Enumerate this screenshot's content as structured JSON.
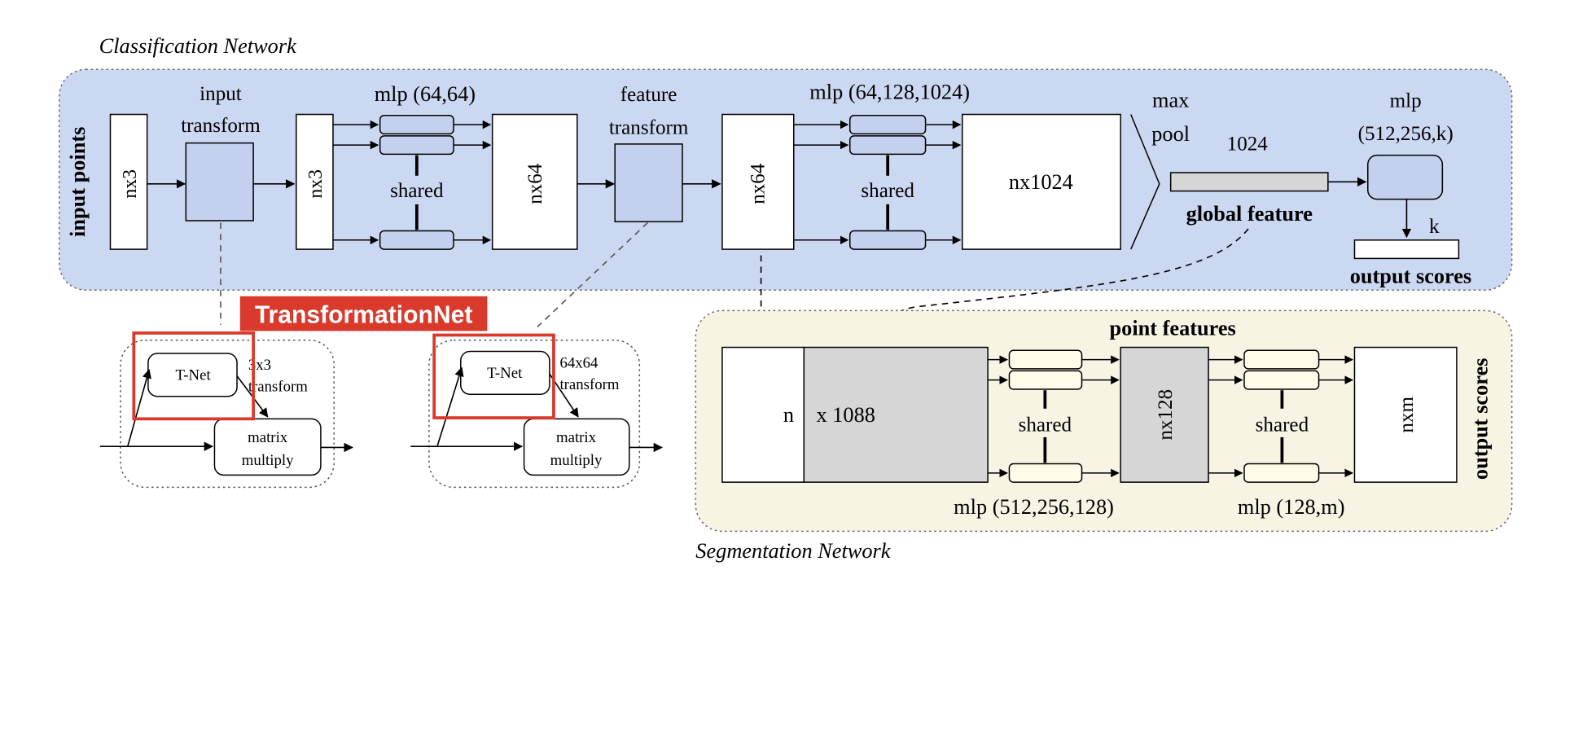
{
  "classification": {
    "title": "Classification Network",
    "side_label": "input points",
    "input_box": "nx3",
    "input_transform": [
      "input",
      "transform"
    ],
    "after_transform_box": "nx3",
    "mlp1_label": "mlp (64,64)",
    "shared_label": "shared",
    "box_nx64_a": "nx64",
    "feature_transform": [
      "feature",
      "transform"
    ],
    "box_nx64_b": "nx64",
    "mlp2_label": "mlp (64,128,1024)",
    "box_nx1024": "nx1024",
    "maxpool": [
      "max",
      "pool"
    ],
    "gf_dim": "1024",
    "global_feature": "global feature",
    "mlp3_label": [
      "mlp",
      "(512,256,k)"
    ],
    "k_label": "k",
    "output_scores": "output scores"
  },
  "callout": {
    "label": "TransformationNet",
    "color": "#d93a2b"
  },
  "tnet_left": {
    "tnet": "T-Net",
    "transform": [
      "3x3",
      "transform"
    ],
    "matmul": [
      "matrix",
      "multiply"
    ]
  },
  "tnet_right": {
    "tnet": "T-Net",
    "transform": [
      "64x64",
      "transform"
    ],
    "matmul": [
      "matrix",
      "multiply"
    ]
  },
  "segmentation": {
    "title": "Segmentation Network",
    "point_features": "point features",
    "n": "n",
    "x1088": "x 1088",
    "shared_label": "shared",
    "box_nx128": "nx128",
    "box_nxm": "nxm",
    "mlp_a": "mlp (512,256,128)",
    "mlp_b": "mlp (128,m)",
    "side_label": "output scores"
  },
  "colors": {
    "class_bg": "#cbd8f2",
    "seg_bg": "#f7f4e4",
    "gray_fill": "#d6d6d6",
    "mlp_fill": "#c3d1ee"
  }
}
